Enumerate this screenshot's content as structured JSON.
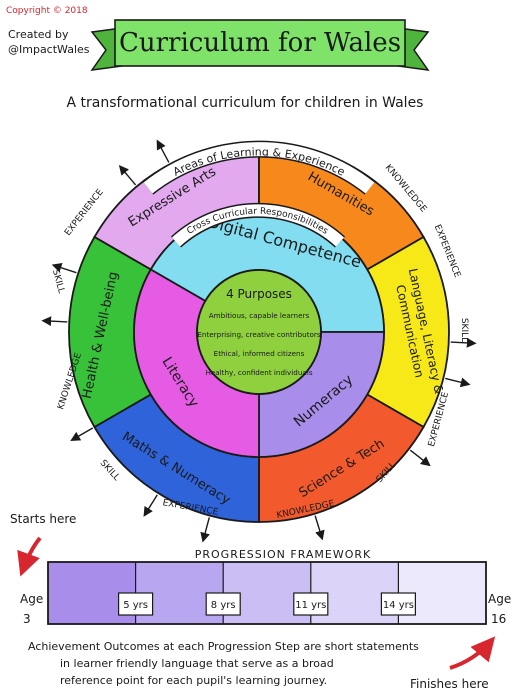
{
  "header": {
    "copyright": "Copyright © 2018",
    "credit_line1": "Created by",
    "credit_line2": "@ImpactWales",
    "title": "Curriculum for Wales",
    "subtitle": "A transformational curriculum for children in Wales"
  },
  "wheel": {
    "outer_ring_label": "Areas of Learning & Experience",
    "middle_ring_label": "Cross Curricular Responsibilities",
    "areas": [
      {
        "label": "Expressive Arts",
        "color": "#E2A9EE"
      },
      {
        "label": "Humanities",
        "color": "#F7881C"
      },
      {
        "label": "Language, Literacy & Communication",
        "color": "#F7E818"
      },
      {
        "label": "Science & Tech",
        "color": "#F25A2E"
      },
      {
        "label": "Maths & Numeracy",
        "color": "#2E63D9"
      },
      {
        "label": "Health & Well-being",
        "color": "#38C23A"
      }
    ],
    "responsibilities": [
      {
        "label": "Digital Competence",
        "color": "#83DDF0"
      },
      {
        "label": "Numeracy",
        "color": "#A88DEB"
      },
      {
        "label": "Literacy",
        "color": "#E55BE3"
      }
    ],
    "purposes": {
      "title": "4 Purposes",
      "items": [
        "Ambitious, capable learners",
        "Enterprising, creative contributors",
        "Ethical, informed citizens",
        "Healthy, confident individuals"
      ],
      "color": "#8FD03E"
    },
    "arrow_labels": [
      "KNOWLEDGE",
      "EXPERIENCE",
      "SKILL",
      "EXPERIENCE",
      "SKILL",
      "KNOWLEDGE",
      "EXPERIENCE",
      "SKILL",
      "KNOWLEDGE",
      "SKILL",
      "EXPERIENCE"
    ]
  },
  "progression": {
    "starts_label": "Starts here",
    "finishes_label": "Finishes here",
    "title": "PROGRESSION FRAMEWORK",
    "age_start_word": "Age",
    "age_start_value": "3",
    "age_end_word": "Age",
    "age_end_value": "16",
    "steps": [
      "5 yrs",
      "8 yrs",
      "11 yrs",
      "14 yrs"
    ],
    "colors": [
      "#A88DEB",
      "#B9A6F0",
      "#CBBEF4",
      "#DCD4F8",
      "#EDE9FC"
    ],
    "note_lines": [
      "Achievement Outcomes at each Progression Step are short statements",
      "in learner friendly language that serve as a broad",
      "reference point for each pupil's learning journey."
    ]
  },
  "colors": {
    "banner": "#7FE36A",
    "banner_dark": "#4EB43C",
    "start_arrow": "#D8262E",
    "outline": "#1a1a1a"
  }
}
